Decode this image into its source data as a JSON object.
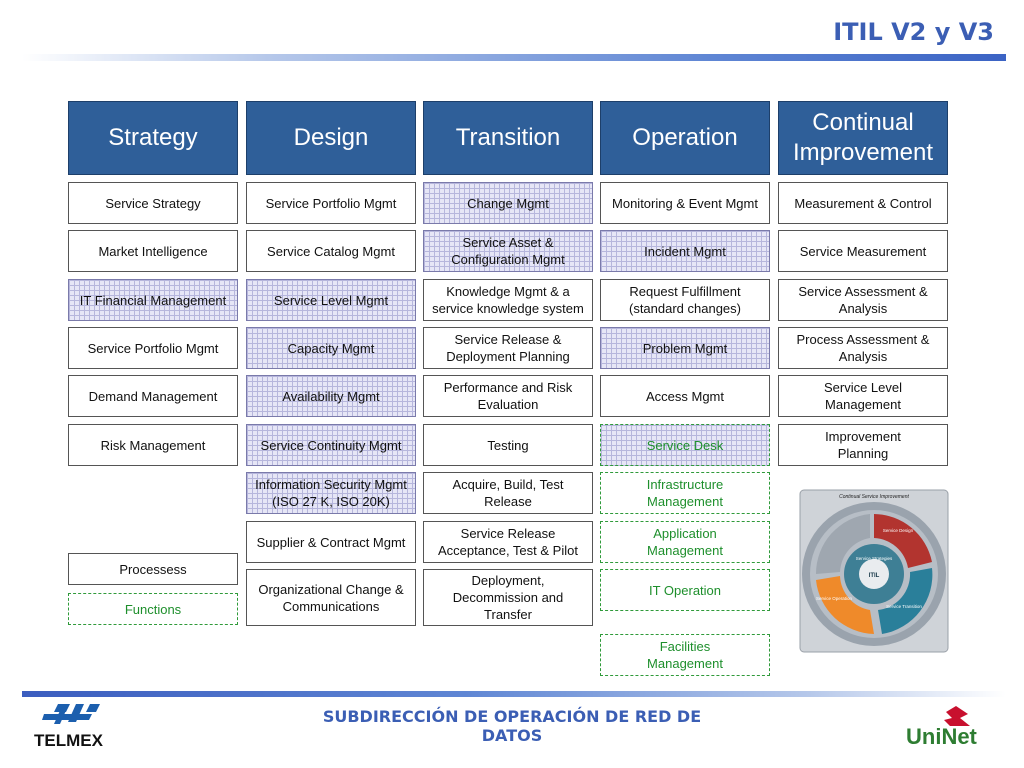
{
  "title": "ITIL V2 y V3",
  "headers": [
    "Strategy",
    "Design",
    "Transition",
    "Operation",
    "Continual\nImprovement"
  ],
  "columns": {
    "strategy": [
      {
        "text": "Service Strategy",
        "style": "plain"
      },
      {
        "text": "Market Intelligence",
        "style": "plain"
      },
      {
        "text": "IT Financial Management",
        "style": "grid"
      },
      {
        "text": "Service Portfolio Mgmt",
        "style": "plain"
      },
      {
        "text": "Demand Management",
        "style": "plain"
      },
      {
        "text": "Risk Management",
        "style": "plain"
      }
    ],
    "design": [
      {
        "text": "Service Portfolio Mgmt",
        "style": "plain"
      },
      {
        "text": "Service Catalog Mgmt",
        "style": "plain"
      },
      {
        "text": "Service Level Mgmt",
        "style": "grid"
      },
      {
        "text": "Capacity Mgmt",
        "style": "grid"
      },
      {
        "text": "Availability Mgmt",
        "style": "grid"
      },
      {
        "text": "Service Continuity Mgmt",
        "style": "grid"
      },
      {
        "text": "Information Security Mgmt\n(ISO 27 K, ISO 20K)",
        "style": "grid"
      },
      {
        "text": "Supplier & Contract Mgmt",
        "style": "plain"
      },
      {
        "text": "Organizational Change &\nCommunications",
        "style": "plain"
      }
    ],
    "transition": [
      {
        "text": "Change Mgmt",
        "style": "grid"
      },
      {
        "text": "Service Asset &\nConfiguration Mgmt",
        "style": "grid"
      },
      {
        "text": "Knowledge Mgmt &  a\nservice knowledge system",
        "style": "plain"
      },
      {
        "text": "Service Release &\nDeployment Planning",
        "style": "plain"
      },
      {
        "text": "Performance and Risk\nEvaluation",
        "style": "plain"
      },
      {
        "text": "Testing",
        "style": "plain"
      },
      {
        "text": "Acquire, Build, Test\nRelease",
        "style": "plain"
      },
      {
        "text": "Service Release\nAcceptance, Test & Pilot",
        "style": "plain"
      },
      {
        "text": "Deployment,\nDecommission and\nTransfer",
        "style": "plain"
      }
    ],
    "operation": [
      {
        "text": "Monitoring & Event Mgmt",
        "style": "plain"
      },
      {
        "text": "Incident Mgmt",
        "style": "grid"
      },
      {
        "text": "Request Fulfillment\n(standard changes)",
        "style": "plain"
      },
      {
        "text": "Problem Mgmt",
        "style": "grid"
      },
      {
        "text": "Access Mgmt",
        "style": "plain"
      },
      {
        "text": "Service Desk",
        "style": "func-grid"
      },
      {
        "text": "Infrastructure\nManagement",
        "style": "func"
      },
      {
        "text": "Application\nManagement",
        "style": "func"
      },
      {
        "text": "IT Operation",
        "style": "func"
      },
      {
        "text": "Facilities\nManagement",
        "style": "func"
      }
    ],
    "improvement": [
      {
        "text": "Measurement & Control",
        "style": "plain"
      },
      {
        "text": "Service Measurement",
        "style": "plain"
      },
      {
        "text": "Service Assessment &\nAnalysis",
        "style": "plain"
      },
      {
        "text": "Process Assessment &\nAnalysis",
        "style": "plain"
      },
      {
        "text": "Service Level\nManagement",
        "style": "plain"
      },
      {
        "text": "Improvement\nPlanning",
        "style": "plain"
      }
    ]
  },
  "legend": {
    "processes": "Processess",
    "functions": "Functions"
  },
  "lifecycle": {
    "outer": "Continual Service Improvement",
    "center": "ITIL",
    "strategy": "Service Strategies",
    "design": "Service Design",
    "transition": "Service Transition",
    "operation": "Service Operation"
  },
  "footer": "SUBDIRECCIÓN DE OPERACIÓN DE RED DE DATOS",
  "logos": {
    "left": "TELMEX",
    "right": "UniNet"
  },
  "colors": {
    "header_bg": "#2f5f99",
    "title": "#3b5eb4",
    "function_green": "#1e8f2c",
    "uninet_red": "#c8102e",
    "uninet_green": "#2e7d32"
  }
}
